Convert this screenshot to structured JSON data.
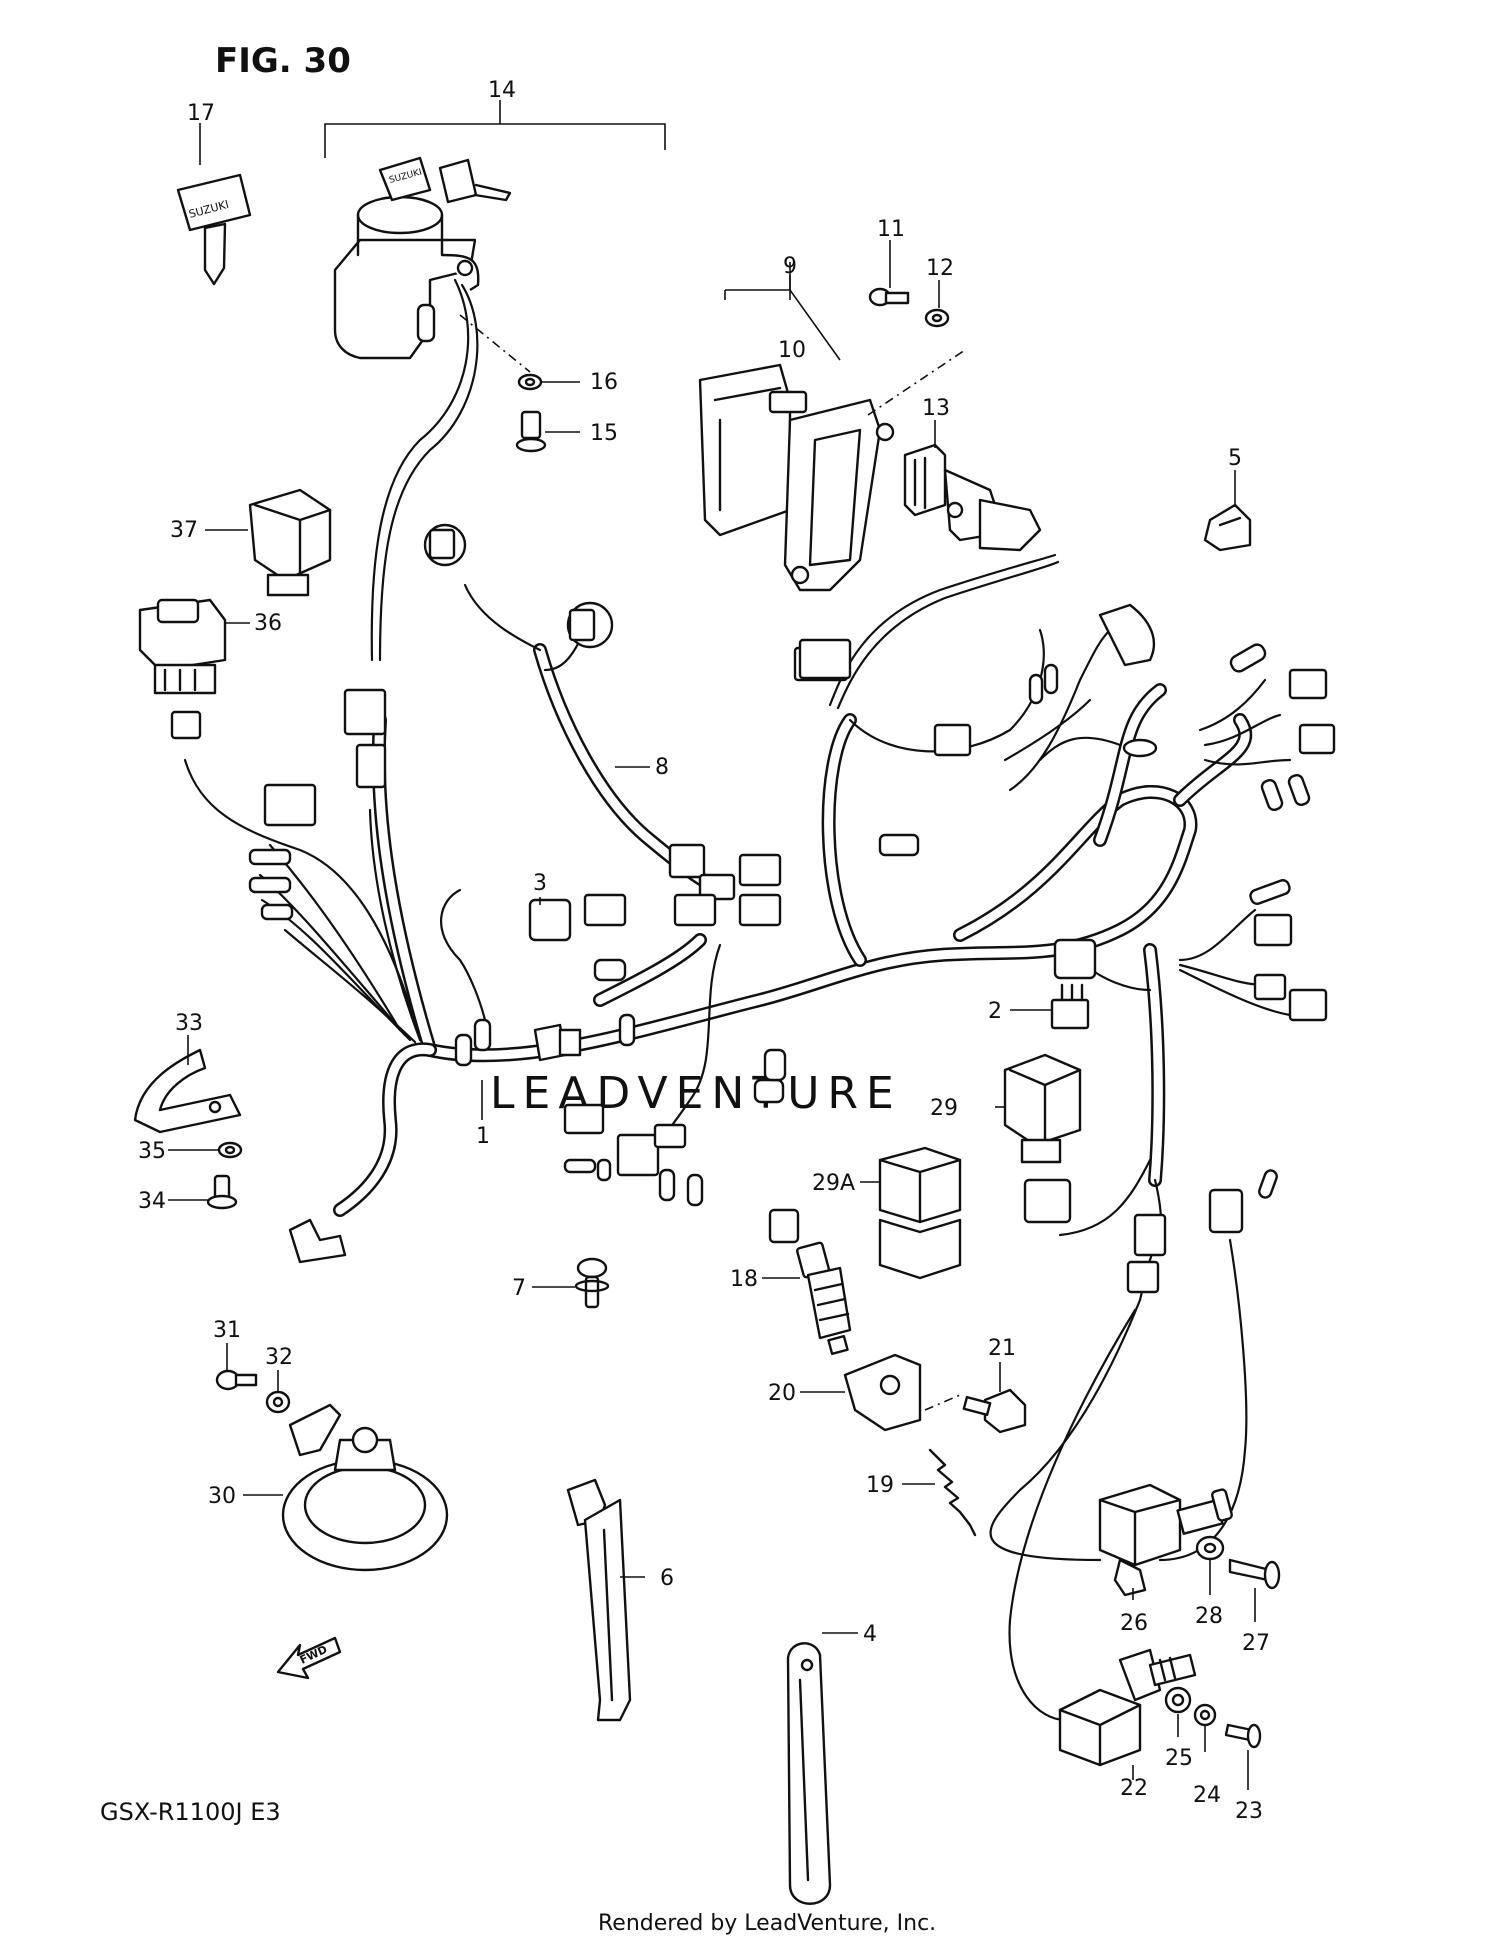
{
  "figure": {
    "title": "FIG. 30",
    "model": "GSX-R1100J  E3",
    "footer": "Rendered by LeadVenture, Inc.",
    "watermark": "LEADVENTURE",
    "fwd_label": "FWD"
  },
  "callouts": {
    "c1": "1",
    "c2": "2",
    "c3": "3",
    "c4": "4",
    "c5": "5",
    "c6": "6",
    "c7": "7",
    "c8": "8",
    "c9": "9",
    "c10": "10",
    "c11": "11",
    "c12": "12",
    "c13": "13",
    "c14": "14",
    "c15": "15",
    "c16": "16",
    "c17": "17",
    "c18": "18",
    "c19": "19",
    "c20": "20",
    "c21": "21",
    "c22": "22",
    "c23": "23",
    "c24": "24",
    "c25": "25",
    "c26": "26",
    "c27": "27",
    "c28": "28",
    "c29": "29",
    "c29a": "29A",
    "c30": "30",
    "c31": "31",
    "c32": "32",
    "c33": "33",
    "c34": "34",
    "c35": "35",
    "c36": "36",
    "c37": "37"
  },
  "colors": {
    "line": "#111111",
    "background": "#ffffff",
    "watermark": "#d9d9d9"
  }
}
